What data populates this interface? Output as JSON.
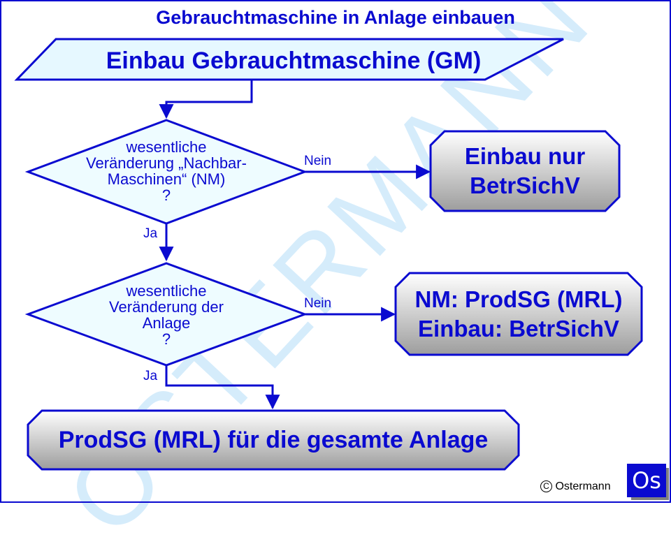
{
  "title": "Gebrauchtmaschine in Anlage einbauen",
  "watermark": "OSTERMANN",
  "start": {
    "label": "Einbau Gebrauchtmaschine (GM)"
  },
  "decision1": {
    "lines": [
      "wesentliche",
      "Veränderung „Nachbar-",
      "Maschinen“ (NM)"
    ],
    "question": "?",
    "no_label": "Nein",
    "yes_label": "Ja"
  },
  "decision2": {
    "lines": [
      "wesentliche",
      "Veränderung der",
      "Anlage"
    ],
    "question": "?",
    "no_label": "Nein",
    "yes_label": "Ja"
  },
  "result1": {
    "lines": [
      "Einbau nur",
      "BetrSichV"
    ]
  },
  "result2": {
    "lines": [
      "NM: ProdSG (MRL)",
      "Einbau: BetrSichV"
    ]
  },
  "result3": {
    "lines": [
      "ProdSG (MRL) für die gesamte Anlage"
    ]
  },
  "footer": {
    "copyright_symbol": "C",
    "copyright_name": "Ostermann",
    "logo_text": "Os"
  },
  "colors": {
    "line": "#0a0ad0",
    "decision_fill": "#eefcff",
    "start_fill": "#e6f8ff",
    "result_gradient_top": "#ffffff",
    "result_gradient_bottom": "#9d9d9d",
    "watermark": "#d5ecfb"
  }
}
